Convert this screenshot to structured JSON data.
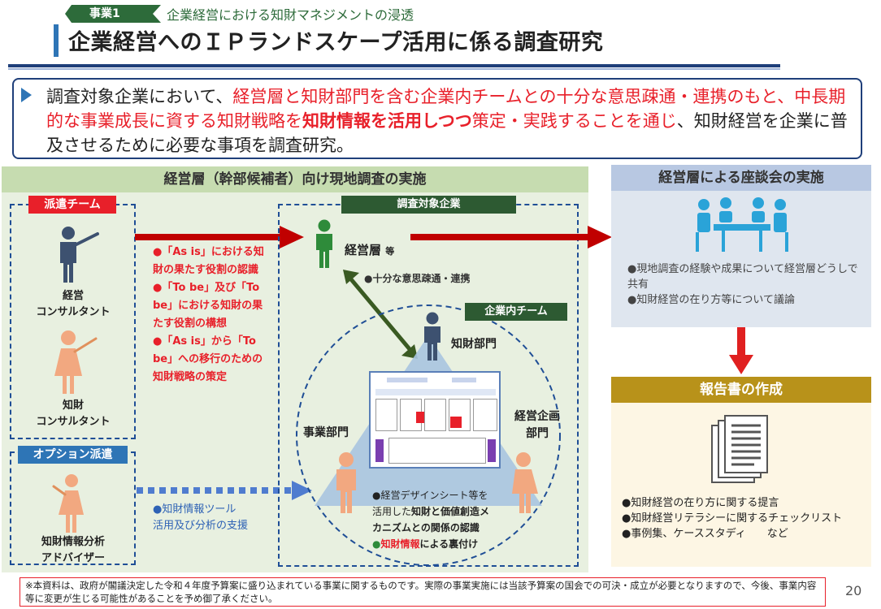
{
  "header": {
    "badge": "事業1",
    "subtitle": "企業経営における知財マネジメントの浸透",
    "title": "企業経営へのＩＰランドスケープ活用に係る調査研究"
  },
  "intro": {
    "p1": "調査対象企業において、",
    "p2": "経営層と知財部門を含む企業内チームとの十分な意思疎通・連携のもと、中長期的な事業成長に資する知財戦略を",
    "p3": "知財情報を活用しつつ",
    "p4": "策定・実践すること",
    "p5": "を通じ",
    "p6": "、知財経営を企業に普及させるために必要な事項を調査研究。"
  },
  "left_panel": {
    "header": "経営層（幹部候補者）向け現地調査の実施",
    "dispatch_team": "派遣チーム",
    "consultant1": [
      "経営",
      "コンサルタント"
    ],
    "consultant2": [
      "知財",
      "コンサルタント"
    ],
    "option_dispatch": "オプション派遣",
    "advisor": [
      "知財情報分析",
      "アドバイザー"
    ],
    "red_items": [
      "●「As is」における知財の果たす役割の認識",
      "●「To be」及び「To be」における知財の果たす役割の構想",
      "●「As is」から「To be」への移行のための知財戦略の策定"
    ],
    "tool_support": [
      "●知財情報ツール",
      "活用及び分析の支援"
    ],
    "target_company": "調査対象企業",
    "management": "経営層",
    "management_suffix": "等",
    "communication": "●十分な意思疎通・連携",
    "internal_team": "企業内チーム",
    "ip_dept": "知財部門",
    "business_dept": "事業部門",
    "planning_dept": [
      "経営企画",
      "部門"
    ],
    "design_sheet": {
      "l1": "●経営デザインシート等を",
      "l2a": "活用した",
      "l2b": "知財と価値創造メ",
      "l3": "カニズムとの関係の認識",
      "l4a": "●",
      "l4b": "知財情報",
      "l4c": "による裏付け"
    }
  },
  "right_top": {
    "header": "経営層による座談会の実施",
    "items": [
      "●現地調査の経験や成果について経営層どうしで共有",
      "●知財経営の在り方等について議論"
    ]
  },
  "right_bottom": {
    "header": "報告書の作成",
    "items": [
      "●知財経営の在り方に関する提言",
      "●知財経営リテラシーに関するチェックリスト",
      "●事例集、ケーススタディ　　など"
    ]
  },
  "footnote": "※本資料は、政府が閣議決定した令和４年度予算案に盛り込まれている事業に関するものです。実際の事業実施には当該予算案の国会での可決・成立が必要となりますので、今後、事業内容等に変更が生じる可能性があることを予め御了承ください。",
  "page_number": "20",
  "colors": {
    "accent_blue": "#1f3f7a",
    "accent_red": "#e8202a",
    "green": "#2d6b3a",
    "gold": "#b8921a"
  }
}
